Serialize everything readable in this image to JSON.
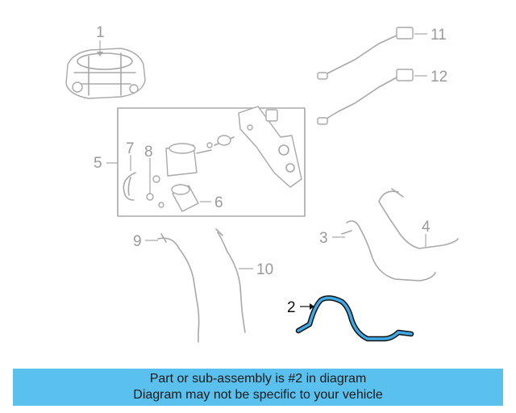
{
  "diagram": {
    "callouts": {
      "c1": "1",
      "c2": "2",
      "c3": "3",
      "c4": "4",
      "c5": "5",
      "c6": "6",
      "c7": "7",
      "c8": "8",
      "c9": "9",
      "c10": "10",
      "c11": "11",
      "c12": "12"
    },
    "highlighted_part": "2",
    "colors": {
      "highlight": "#3fa9e6",
      "part_line": "#a8a8a8",
      "banner": "#5ac0ed"
    }
  },
  "banner": {
    "line1": "Part or sub-assembly is #2 in diagram",
    "line2": "Diagram may not be specific to your vehicle"
  }
}
